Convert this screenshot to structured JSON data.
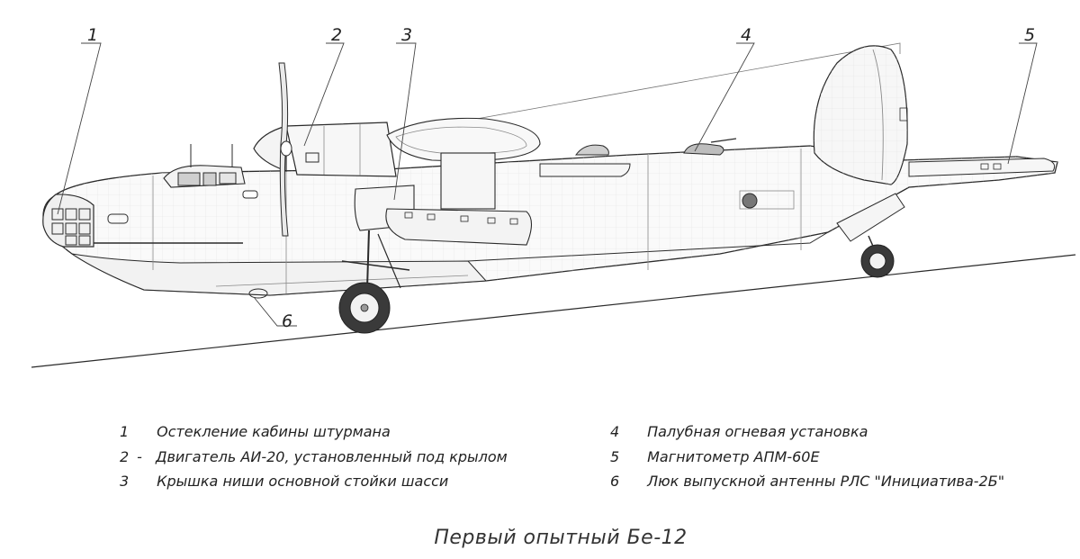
{
  "callouts": [
    {
      "num": "1",
      "label": "Остекление кабины штурмана"
    },
    {
      "num": "2",
      "label": "Двигатель АИ-20, установленный под крылом"
    },
    {
      "num": "3",
      "label": "Крышка ниши основной стойки шасси"
    },
    {
      "num": "4",
      "label": "Палубная огневая установка"
    },
    {
      "num": "5",
      "label": "Магнитометр АПМ-60Е"
    },
    {
      "num": "6",
      "label": "Люк выпускной антенны РЛС \"Инициатива-2Б\""
    }
  ],
  "legend_dash": "-",
  "title": "Первый опытный Бе-12",
  "colors": {
    "line": "#2a2a2a",
    "panel": "#8a8a8a",
    "fill": "#f7f7f7"
  }
}
